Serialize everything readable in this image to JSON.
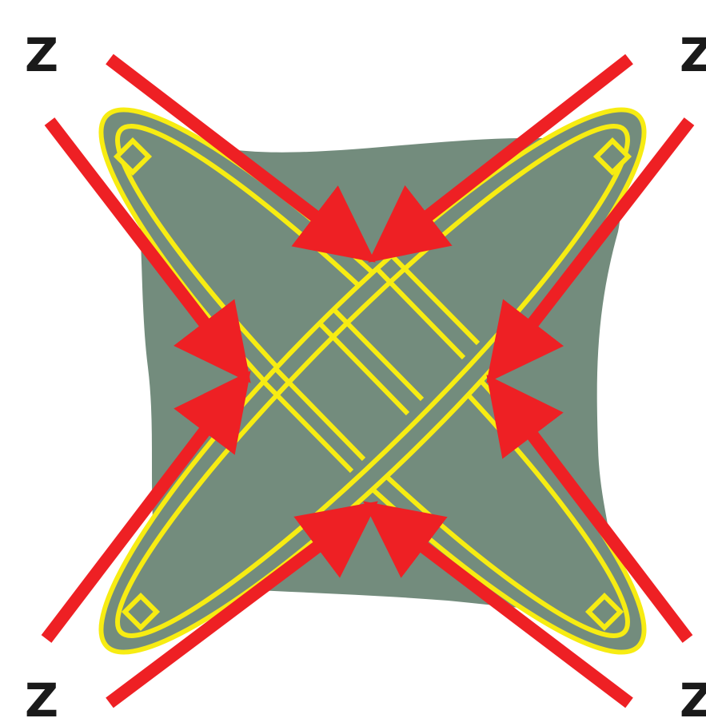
{
  "labels": {
    "top_left": "Z",
    "top_right": "Z",
    "bottom_left": "Z",
    "bottom_right": "Z"
  },
  "colors": {
    "background": "#ffffff",
    "blob_fill": "#738c7d",
    "outline": "#f7ec12",
    "arrow": "#ee2024",
    "label_text": "#1a1a1a"
  }
}
